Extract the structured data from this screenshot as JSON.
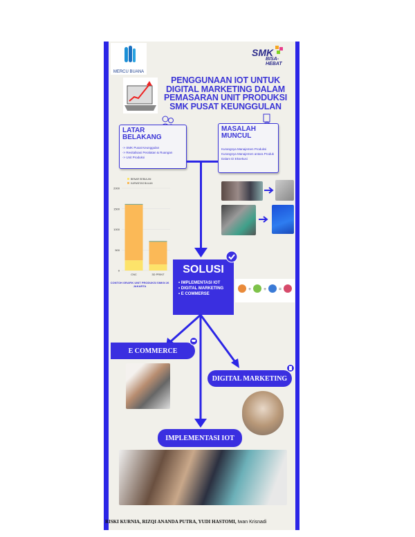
{
  "logos": {
    "university": "MERCU BUANA",
    "smk": "SMK",
    "smk_sub": "BISA-HEBAT"
  },
  "title": "PENGGUNAAN IOT UNTUK DIGITAL MARKETING DALAM PEMASARAN UNIT PRODUKSI SMK PUSAT KEUNGGULAN",
  "latar_belakang": {
    "heading": "LATAR BELAKANG",
    "items": [
      "-> SMK Pusat Keunggulan",
      "-> Revitalisasi Peralatan & Ruangan",
      "-> Unit Produksi"
    ]
  },
  "masalah_muncul": {
    "heading": "MASALAH MUNCUL",
    "items": [
      "Kurangnya Manajemen Produksi",
      "Kurangnya Manajemen antara Produk Dalam Di Eksekusi"
    ]
  },
  "chart_data": {
    "type": "bar",
    "stacked": true,
    "categories": [
      "CNC",
      "3D PRINT"
    ],
    "series": [
      {
        "name": "BENAR SEBULAN",
        "values": [
          250,
          150
        ],
        "color": "#fde36a"
      },
      {
        "name": "KAPASITAS BULAN",
        "values": [
          1350,
          550
        ],
        "color": "#fbb957"
      }
    ],
    "yticks": [
      0,
      500,
      1000,
      1500,
      2000
    ],
    "ylim": [
      0,
      2000
    ],
    "caption": "CONTOH GRAFIK UNIT PRODUKSI SMKN 26 JAKARTA"
  },
  "solusi": {
    "heading": "SOLUSI",
    "items": [
      "IMPLEMENTASI IOT",
      "DIGITAL MARKETING",
      "E COMMERSE"
    ]
  },
  "branches": {
    "ecommerce": "E COMMERCE",
    "digital_marketing": "DIGITAL MARKETING",
    "iot": "IMPLEMENTASI IOT"
  },
  "footer": {
    "authors": "RISKI KURNIA, RIZQI ANANDA PUTRA, YUDI HASTOMI,",
    "advisor": "Iwan Krisnadi"
  },
  "colors": {
    "accent": "#3a2fe0",
    "border": "#2b25e6",
    "background": "#f1f0ea"
  }
}
